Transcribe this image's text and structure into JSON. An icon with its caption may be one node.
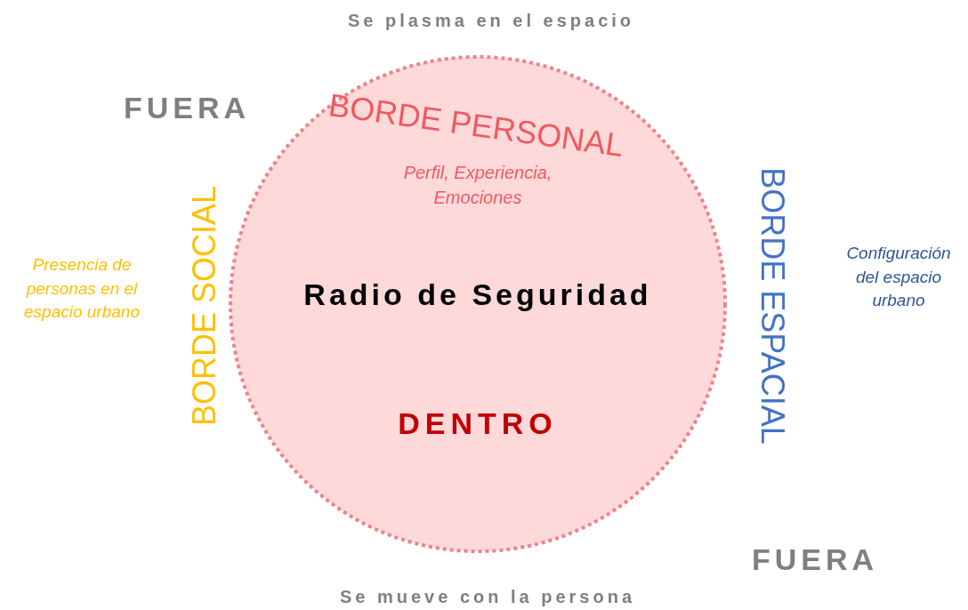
{
  "diagram": {
    "nodes": [
      {
        "text": [
          "BORDE PERSONAL",
          "Perfil, Experiencia, Emociones",
          "Radio de Seguridad",
          "DENTRO"
        ]
      }
    ],
    "labels": [
      "Se plasma en el espacio",
      "FUERA",
      "BORDE SOCIAL",
      "Presencia de personas en el espacio urbano",
      "BORDE ESPACIAL",
      "Configuración del espacio urbano",
      "FUERA",
      "Se mueve con la persona"
    ]
  }
}
